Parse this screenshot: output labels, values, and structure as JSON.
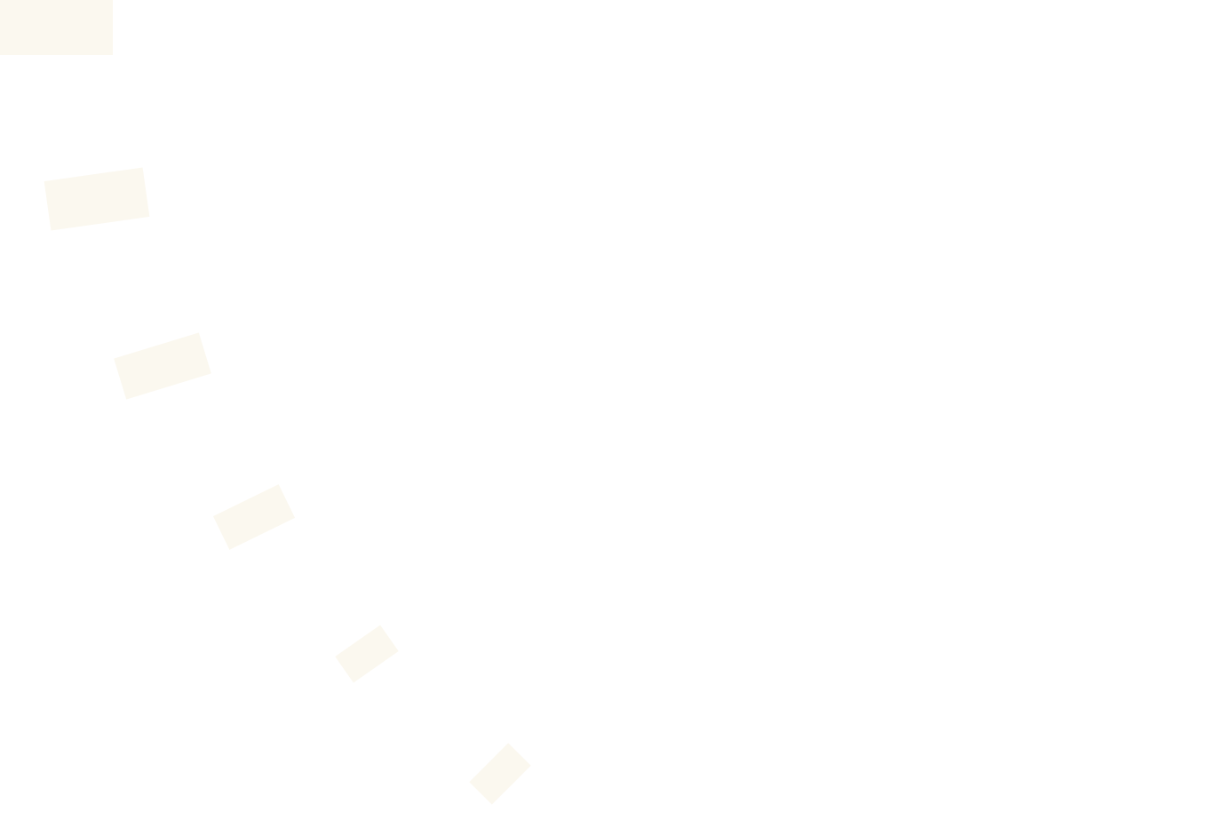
{
  "page": {
    "background_color": "#ffffff",
    "shape_color": "#fbf8ef"
  },
  "shapes": [
    {
      "name": "dash-1"
    },
    {
      "name": "dash-2"
    },
    {
      "name": "dash-3"
    },
    {
      "name": "dash-4"
    },
    {
      "name": "dash-5"
    },
    {
      "name": "dash-6"
    }
  ]
}
